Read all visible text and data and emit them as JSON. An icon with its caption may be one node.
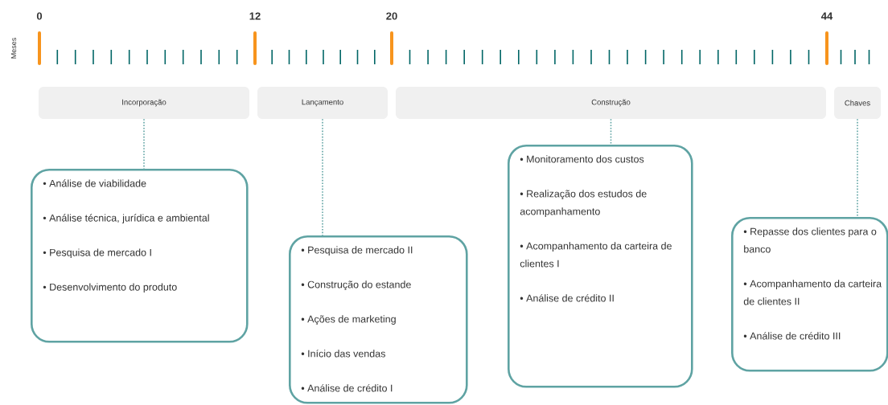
{
  "diagram": {
    "nodes": [
      {
        "text": [
          "Incorporação"
        ]
      },
      {
        "text": [
          "Lançamento"
        ]
      },
      {
        "text": [
          "Construção"
        ]
      },
      {
        "text": [
          "Chaves"
        ]
      },
      {
        "text": [
          "• Análise de viabilidade",
          "• Análise técnica, jurídica e ambiental",
          "• Pesquisa de mercado I",
          "• Desenvolvimento do produto"
        ]
      },
      {
        "text": [
          "• Pesquisa de mercado II",
          "• Construção do estande",
          "• Ações de marketing",
          "• Início das vendas",
          "• Análise de crédito I"
        ]
      },
      {
        "text": [
          "• Monitoramento dos custos",
          "• Realização dos estudos de acompanhamento",
          "• Acompanhamento da carteira de clientes I",
          "• Análise de crédito II"
        ]
      },
      {
        "text": [
          "• Repasse dos clientes para o banco",
          "• Acompanhamento da carteira de clientes II",
          "• Análise de crédito III"
        ]
      }
    ],
    "edges": [
      {
        "from": 0,
        "to": 4,
        "arrow": "none"
      },
      {
        "from": 1,
        "to": 5,
        "arrow": "none"
      },
      {
        "from": 2,
        "to": 6,
        "arrow": "none"
      },
      {
        "from": 3,
        "to": 7,
        "arrow": "none"
      }
    ],
    "labels": [
      "0",
      "12",
      "20",
      "44",
      "Meses"
    ]
  }
}
